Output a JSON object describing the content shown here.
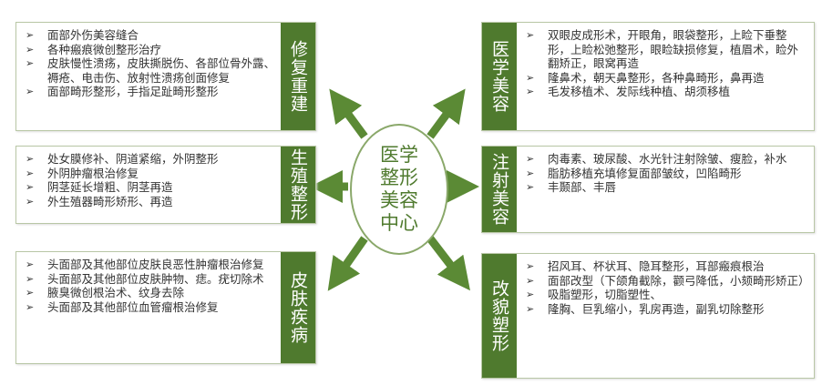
{
  "center": {
    "title_line1": "医学",
    "title_line2": "整形",
    "title_line3": "美容",
    "title_line4": "中心"
  },
  "boxes": [
    {
      "label": "修复重建",
      "items": [
        "面部外伤美容缝合",
        "各种瘢痕微创整形治疗",
        "皮肤慢性溃疡，皮肤撕脱伤、各部位骨外露、褥疮、电击伤、放射性溃疡创面修复",
        "面部畸形整形，手指足趾畸形整形"
      ]
    },
    {
      "label": "生殖整形",
      "items": [
        "处女膜修补、阴道紧缩，外阴整形",
        "外阴肿瘤根治修复",
        "阴茎延长增粗、阴茎再造",
        "外生殖器畸形矫形、再造"
      ]
    },
    {
      "label": "皮肤疾病",
      "items": [
        "头面部及其他部位皮肤良恶性肿瘤根治修复",
        "头面部及其他部位皮肤肿物、痣。疣切除术",
        "腋臭微创根治术、纹身去除",
        "头面部及其他部位血管瘤根治修复"
      ]
    },
    {
      "label": "医学美容",
      "items": [
        "双眼皮成形术，开眼角，眼袋整形，上睑下垂整形，上睑松弛整形，眼睑缺损修复，植眉术，睑外翻矫正，眼窝再造",
        "隆鼻术，朝天鼻整形，各种鼻畸形，鼻再造",
        "毛发移植术、发际线种植、胡须移植"
      ]
    },
    {
      "label": "注射美容",
      "items": [
        "肉毒素、玻尿酸、水光针注射除皱、瘦脸，补水",
        "脂肪移植充填修复面部皱纹，凹陷畸形",
        "丰颞部、丰唇"
      ]
    },
    {
      "label": "改貌塑形",
      "items": [
        "招风耳、杯状耳、隐耳整形，耳部瘢痕根治",
        "面部改型（下颌角截除，颧弓降低，小颏畸形矫正）",
        "吸脂塑形，切脂塑性、",
        "隆胸、巨乳缩小，乳房再造，副乳切除整形"
      ]
    }
  ],
  "colors": {
    "green": "#4f7a2e",
    "arrow": "#5b8a35"
  }
}
